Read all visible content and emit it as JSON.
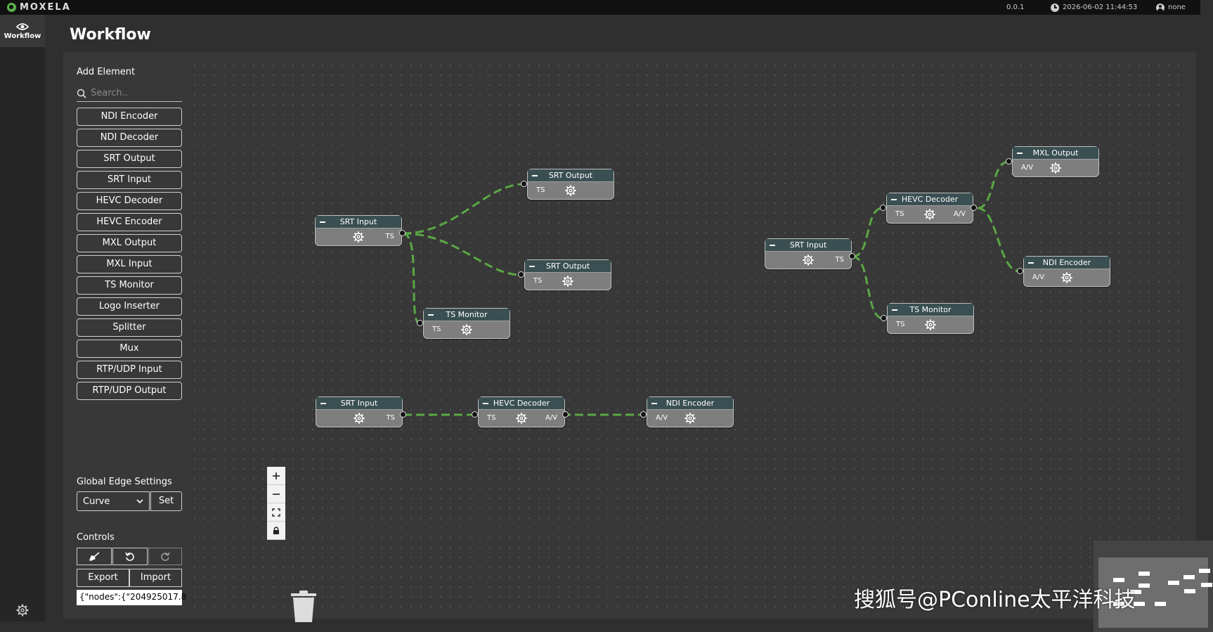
{
  "topbar": {
    "brand": "MOXELA",
    "version": "0.0.1",
    "datetime": "2026-06-02 11:44:53",
    "user": "none"
  },
  "nav": {
    "workflow_label": "Workflow"
  },
  "page": {
    "title": "Workflow"
  },
  "sidebar": {
    "add_element_title": "Add Element",
    "search_placeholder": "Search..",
    "elements": [
      "NDI Encoder",
      "NDI Decoder",
      "SRT Output",
      "SRT Input",
      "HEVC Decoder",
      "HEVC Encoder",
      "MXL Output",
      "MXL Input",
      "TS Monitor",
      "Logo Inserter",
      "Splitter",
      "Mux",
      "RTP/UDP Input",
      "RTP/UDP Output"
    ],
    "edge_settings_title": "Global Edge Settings",
    "edge_type_value": "Curve",
    "set_label": "Set",
    "controls_title": "Controls",
    "export_label": "Export",
    "import_label": "Import",
    "json_value": "{\"nodes\":{\"204925017.8"
  },
  "nodes": {
    "n1": {
      "title": "SRT Input",
      "out": "TS"
    },
    "n2": {
      "title": "SRT Output",
      "in": "TS"
    },
    "n3": {
      "title": "SRT Output",
      "in": "TS"
    },
    "n4": {
      "title": "TS Monitor",
      "in": "TS"
    },
    "n5": {
      "title": "SRT Input",
      "out": "TS"
    },
    "n6": {
      "title": "HEVC Decoder",
      "in": "TS",
      "out": "A/V"
    },
    "n7": {
      "title": "MXL Output",
      "in": "A/V"
    },
    "n8": {
      "title": "NDI Encoder",
      "in": "A/V"
    },
    "n9": {
      "title": "TS Monitor",
      "in": "TS"
    },
    "n10": {
      "title": "SRT Input",
      "out": "TS"
    },
    "n11": {
      "title": "HEVC Decoder",
      "in": "TS",
      "out": "A/V"
    },
    "n12": {
      "title": "NDI Encoder",
      "in": "A/V"
    }
  },
  "edge_color": "#5aa845",
  "watermark": "搜狐号@PConline太平洋科技"
}
